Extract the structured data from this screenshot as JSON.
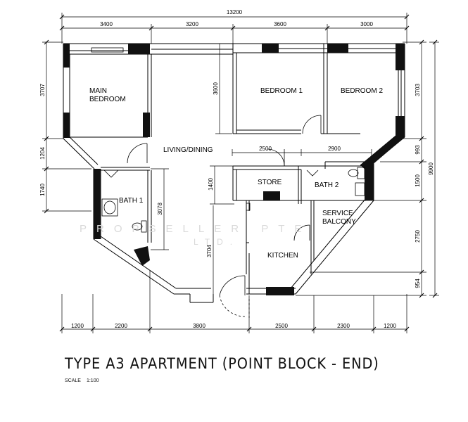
{
  "title": "TYPE A3 APARTMENT (POINT BLOCK - END)",
  "scale": {
    "label": "SCALE",
    "value": "1:100"
  },
  "watermark": {
    "line1": "PROPSELLER PTE",
    "line2": "LTD."
  },
  "rooms": {
    "main_bedroom_1": "MAIN",
    "main_bedroom_2": "BEDROOM",
    "bedroom1": "BEDROOM 1",
    "bedroom2": "BEDROOM 2",
    "living": "LIVING/DINING",
    "store": "STORE",
    "bath1": "BATH 1",
    "bath2": "BATH 2",
    "service1": "SERVICE",
    "service2": "BALCONY",
    "kitchen": "KITCHEN"
  },
  "dimensions": {
    "overall_width": "13200",
    "overall_height": "9900",
    "top": [
      "3400",
      "3200",
      "3600",
      "3000"
    ],
    "bottom": [
      "1200",
      "2200",
      "3800",
      "2500",
      "2300",
      "1200"
    ],
    "left": [
      "3707",
      "1204",
      "1740"
    ],
    "right": [
      "3703",
      "993",
      "1500",
      "2750",
      "954"
    ],
    "interior": {
      "bed1_depth": "3600",
      "store_width": "2500",
      "bath2_width": "2900",
      "store_depth": "1400",
      "bath1_depth": "3078",
      "kitchen_depth": "3704"
    }
  }
}
